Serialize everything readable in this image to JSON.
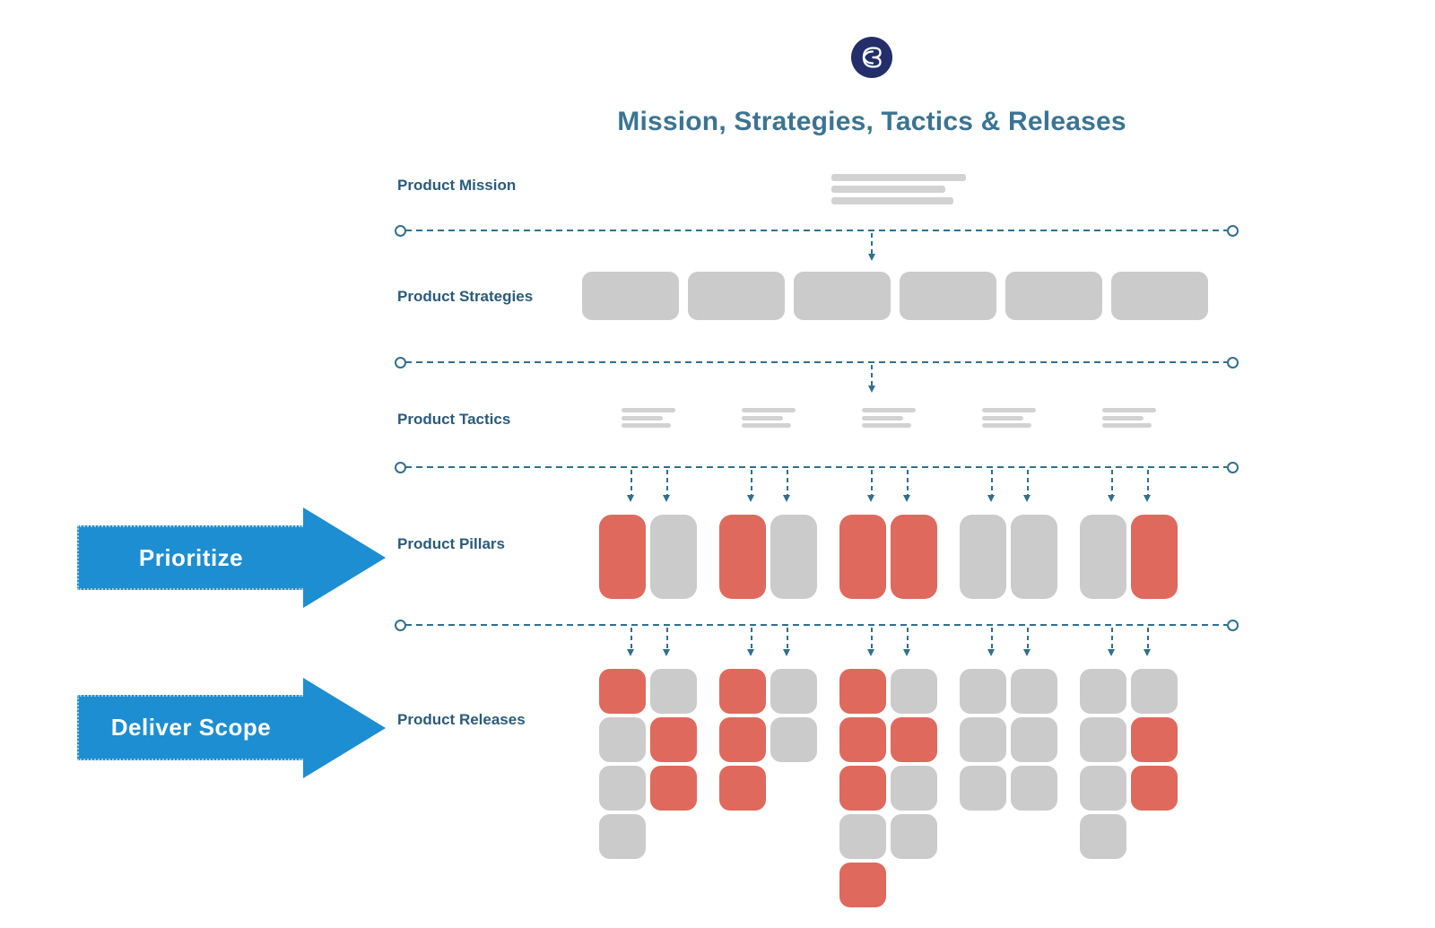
{
  "title": "Mission, Strategies, Tactics & Releases",
  "logo": {
    "name": "dragonboat-logo"
  },
  "colors": {
    "title_text": "#3B7493",
    "label_text": "#2A5B7C",
    "connector_line": "#2F7090",
    "placeholder_bar": "#D2D2D2",
    "gray_box": "#CBCBCB",
    "red_box": "#E0695D",
    "arrow_blue": "#1D8ED2",
    "logo_navy": "#232E6A"
  },
  "rows": {
    "mission": {
      "label": "Product Mission",
      "placeholder_line_count": 3
    },
    "strategies": {
      "label": "Product Strategies",
      "box_count": 6
    },
    "tactics": {
      "label": "Product Tactics",
      "group_count": 5,
      "lines_per_group": 3
    },
    "pillars": {
      "label": "Product Pillars",
      "groups": [
        [
          "red",
          "gray"
        ],
        [
          "red",
          "gray"
        ],
        [
          "red",
          "red"
        ],
        [
          "gray",
          "gray"
        ],
        [
          "gray",
          "red"
        ]
      ]
    },
    "releases": {
      "label": "Product Releases",
      "groups": [
        [
          [
            "red",
            "gray"
          ],
          [
            "gray",
            "red"
          ],
          [
            "gray",
            "red"
          ],
          [
            "gray",
            null
          ]
        ],
        [
          [
            "red",
            "gray"
          ],
          [
            "red",
            "gray"
          ],
          [
            "red",
            null
          ]
        ],
        [
          [
            "red",
            "gray"
          ],
          [
            "red",
            "red"
          ],
          [
            "red",
            "gray"
          ],
          [
            "gray",
            "gray"
          ],
          [
            "red",
            null
          ]
        ],
        [
          [
            "gray",
            "gray"
          ],
          [
            "gray",
            "gray"
          ],
          [
            "gray",
            "gray"
          ]
        ],
        [
          [
            "gray",
            "gray"
          ],
          [
            "gray",
            "red"
          ],
          [
            "gray",
            "red"
          ],
          [
            "gray",
            null
          ]
        ]
      ]
    }
  },
  "annotations": [
    {
      "label": "Prioritize"
    },
    {
      "label": "Deliver Scope"
    }
  ]
}
